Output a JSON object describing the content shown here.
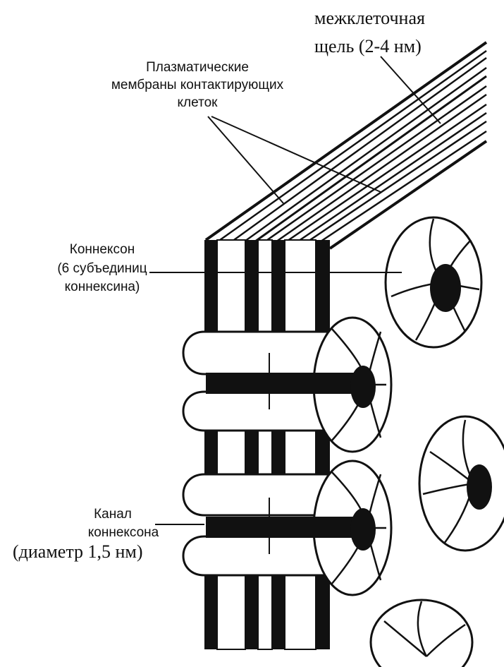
{
  "labels": {
    "gap_line1": "межклеточная",
    "gap_line2": "щель (2-4 нм)",
    "membranes_line1": "Плазматические",
    "membranes_line2": "мембраны контактирующих",
    "membranes_line3": "клеток",
    "connexon_line1": "Коннексон",
    "connexon_line2": "(6 субъединиц",
    "connexon_line3": "коннексина)",
    "channel_line1": "Канал",
    "channel_line2": "коннексона",
    "channel_line3": "(диаметр 1,5 нм)"
  },
  "colors": {
    "ink": "#111111",
    "paper": "#ffffff"
  }
}
